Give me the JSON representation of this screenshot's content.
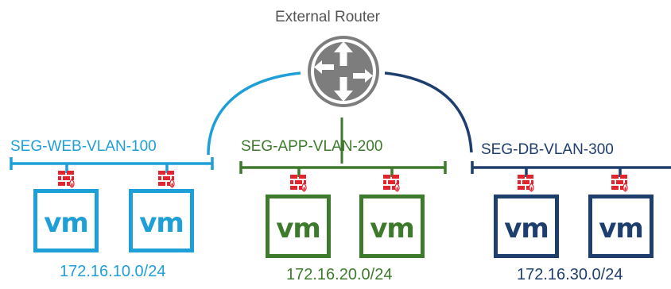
{
  "router": {
    "title": "External Router",
    "icon": "router-icon"
  },
  "colors": {
    "web": "#1e9fd8",
    "app": "#3d7a2c",
    "db": "#1e3f6e",
    "router_grey": "#7d7d7d",
    "firewall": "#e0252f"
  },
  "segments": [
    {
      "id": "web",
      "label": "SEG-WEB-VLAN-100",
      "subnet": "172.16.10.0/24",
      "vms": [
        {
          "label": "vm"
        },
        {
          "label": "vm"
        }
      ]
    },
    {
      "id": "app",
      "label": "SEG-APP-VLAN-200",
      "subnet": "172.16.20.0/24",
      "vms": [
        {
          "label": "vm"
        },
        {
          "label": "vm"
        }
      ]
    },
    {
      "id": "db",
      "label": "SEG-DB-VLAN-300",
      "subnet": "172.16.30.0/24",
      "vms": [
        {
          "label": "vm"
        },
        {
          "label": "vm"
        }
      ]
    }
  ],
  "icons": {
    "firewall": "firewall-icon"
  }
}
